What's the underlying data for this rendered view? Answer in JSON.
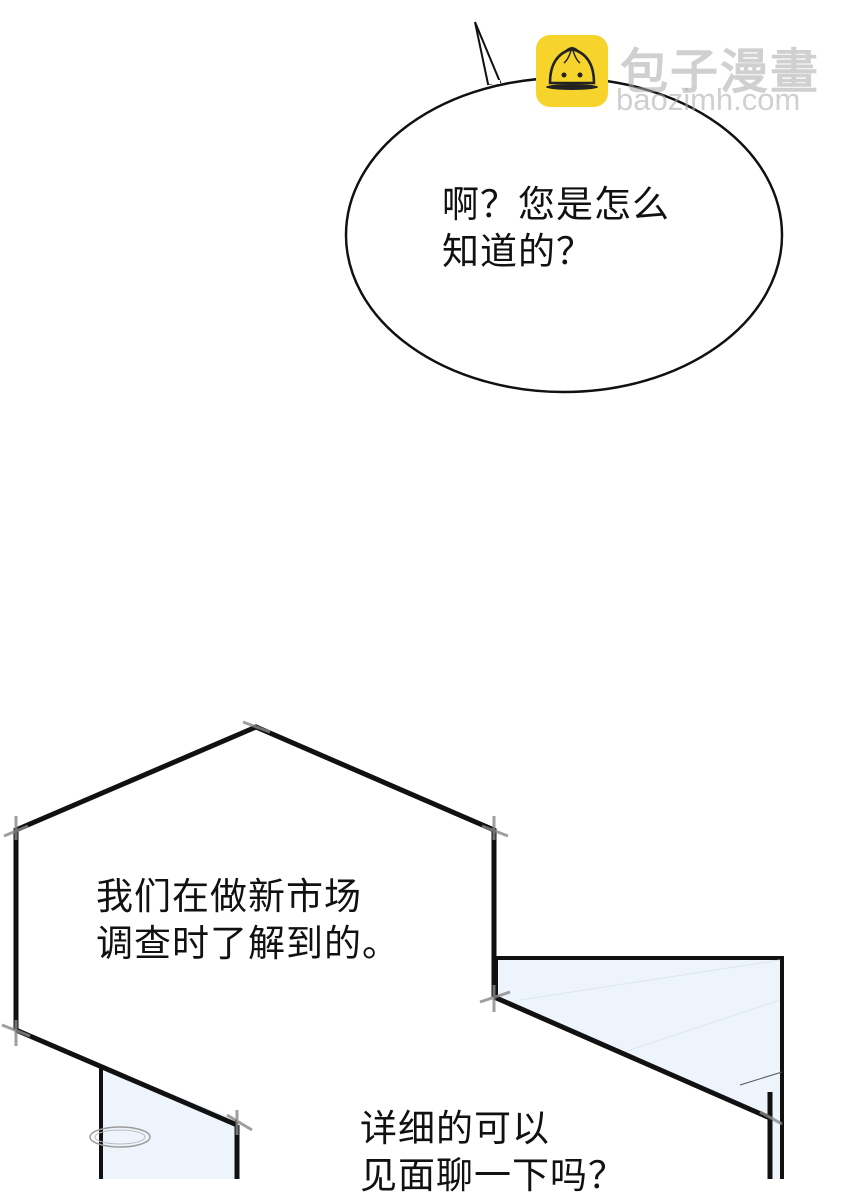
{
  "watermark": {
    "site_name": "包子漫畫",
    "site_domain": "baozimh.com",
    "logo_icon": "steamed-bun-icon",
    "logo_color": "#f7d42c"
  },
  "panels": [
    {
      "type": "oval-speech-bubble",
      "lines": [
        "啊？您是怎么",
        "知道的？"
      ]
    },
    {
      "type": "hexagon-speech-bubble",
      "lines": [
        "我们在做新市场",
        "调查时了解到的。"
      ]
    },
    {
      "type": "hexagon-speech-bubble",
      "lines": [
        "详细的可以",
        "见面聊一下吗？"
      ]
    }
  ],
  "text": {
    "bubble1": "啊？您是怎么\n知道的？",
    "bubble2": "我们在做新市场\n调查时了解到的。",
    "bubble3": "详细的可以\n见面聊一下吗？"
  },
  "colors": {
    "panel_fill": "#eef4fb",
    "line": "#111111"
  }
}
